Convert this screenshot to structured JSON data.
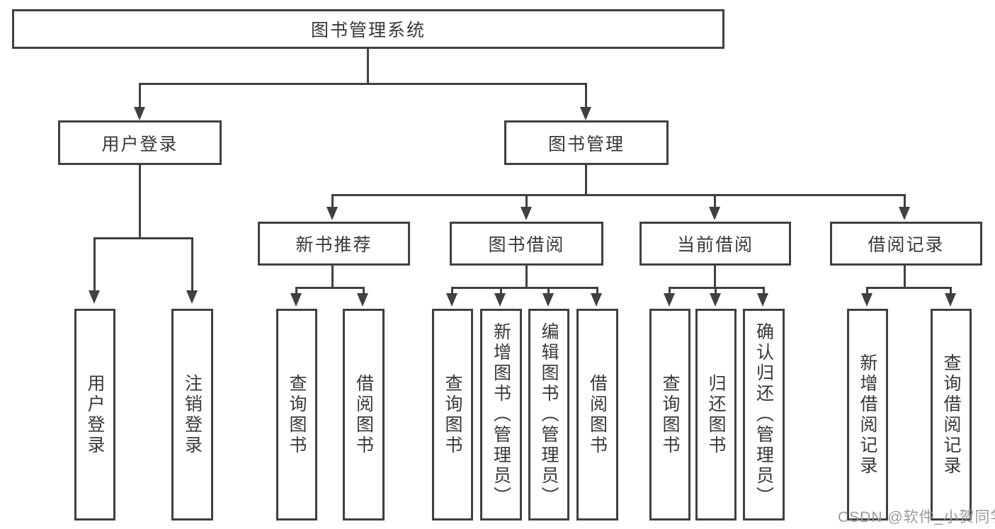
{
  "diagram": {
    "title_node": {
      "label": "图书管理系统"
    },
    "level2": [
      {
        "label": "用户登录"
      },
      {
        "label": "图书管理"
      }
    ],
    "level3": [
      {
        "label": "新书推荐"
      },
      {
        "label": "图书借阅"
      },
      {
        "label": "当前借阅"
      },
      {
        "label": "借阅记录"
      }
    ],
    "leaves": [
      {
        "label": "用户登录",
        "parent": "用户登录"
      },
      {
        "label": "注销登录",
        "parent": "用户登录"
      },
      {
        "label": "查询图书",
        "parent": "新书推荐"
      },
      {
        "label": "借阅图书",
        "parent": "新书推荐"
      },
      {
        "label": "查询图书",
        "parent": "图书借阅"
      },
      {
        "label": "新增图书（管理员）",
        "parent": "图书借阅"
      },
      {
        "label": "编辑图书（管理员）",
        "parent": "图书借阅"
      },
      {
        "label": "借阅图书",
        "parent": "图书借阅"
      },
      {
        "label": "查询图书",
        "parent": "当前借阅"
      },
      {
        "label": "归还图书",
        "parent": "当前借阅"
      },
      {
        "label": "确认归还（管理员）",
        "parent": "当前借阅"
      },
      {
        "label": "新增借阅记录",
        "parent": "借阅记录"
      },
      {
        "label": "查询借阅记录",
        "parent": "借阅记录"
      }
    ],
    "watermark": "CSDN @软件_小贺同学",
    "colors": {
      "line": "#404040",
      "text": "#383838",
      "watermark": "#9b9b9b",
      "background": "#ffffff"
    }
  }
}
